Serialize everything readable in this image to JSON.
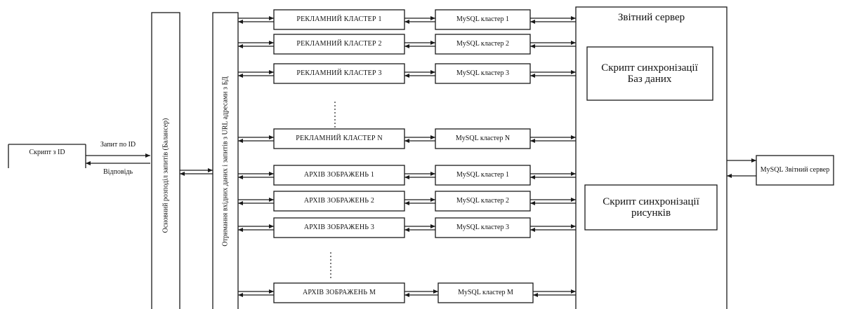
{
  "client_script": "Скрипт з ID",
  "request_label": "Запит по ID",
  "response_label": "Відповідь",
  "balancer_label": "Основний розподіл запитів (Балансер)",
  "router_label": "Отримання вхідних даних і запитів з URL адресами з БД",
  "ad_clusters": [
    "РЕКЛАМНИЙ КЛАСТЕР 1",
    "РЕКЛАМНИЙ КЛАСТЕР 2",
    "РЕКЛАМНИЙ КЛАСТЕР 3",
    "РЕКЛАМНИЙ КЛАСТЕР N"
  ],
  "ad_dbs": [
    "MySQL кластер 1",
    "MySQL кластер 2",
    "MySQL кластер 3",
    "MySQL кластер N"
  ],
  "image_archives": [
    "АРХІВ ЗОБРАЖЕНЬ 1",
    "АРХІВ ЗОБРАЖЕНЬ 2",
    "АРХІВ ЗОБРАЖЕНЬ 3",
    "АРХІВ ЗОБРАЖЕНЬ M"
  ],
  "image_dbs": [
    "MySQL кластер 1",
    "MySQL кластер 2",
    "MySQL кластер 3",
    "MySQL кластер M"
  ],
  "report_server_title": "Звітний сервер",
  "db_sync_script": "Скрипт синхронізації Баз даних",
  "image_sync_script": "Скрипт синхронізації рисунків",
  "report_db": "MySQL Звітний сервер"
}
